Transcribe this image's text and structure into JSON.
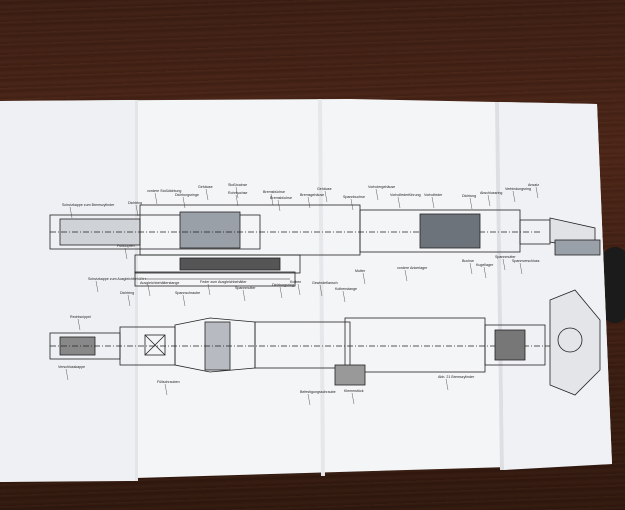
{
  "drawing": {
    "top_labels": [
      "Schutzkappe zum Bremszylinder",
      "Dichtring",
      "vordere Stoßdichtung",
      "Gehäuse",
      "Dichtungsringe",
      "Stoßbuchse",
      "Rohrbuchse",
      "Bremsbüchse",
      "Bremsbüchse",
      "Bremsgehäuse",
      "Gehäuse",
      "Spannbuchse",
      "Vorholergehäuse",
      "Vorholfederführung",
      "Vorholfeder",
      "Dichtung",
      "Abschlussring",
      "Verbindungsring",
      "Ansatz"
    ],
    "mid_labels": [
      "Füllstopfen",
      "Schutzkappe zum Ausgleichbehälter",
      "Dichtring",
      "Ausgleichbehälterstange",
      "Spannschraube",
      "Feder zum Ausgleichbehälter",
      "Spannmutter",
      "Dichtungsring",
      "Kolben",
      "Gewindeflansch",
      "Kolbenstange",
      "Mutter",
      "vordere Ankerlager",
      "Buchse",
      "Kugellager",
      "Spannmutter",
      "Spannverschluss"
    ],
    "bottom_labels": [
      "Rechtsnippel",
      "Verschlusskappe",
      "Füllschrauben",
      "Befestigungsschraube",
      "Klemmstück",
      "Abb. 21 Bremszylinder"
    ]
  }
}
